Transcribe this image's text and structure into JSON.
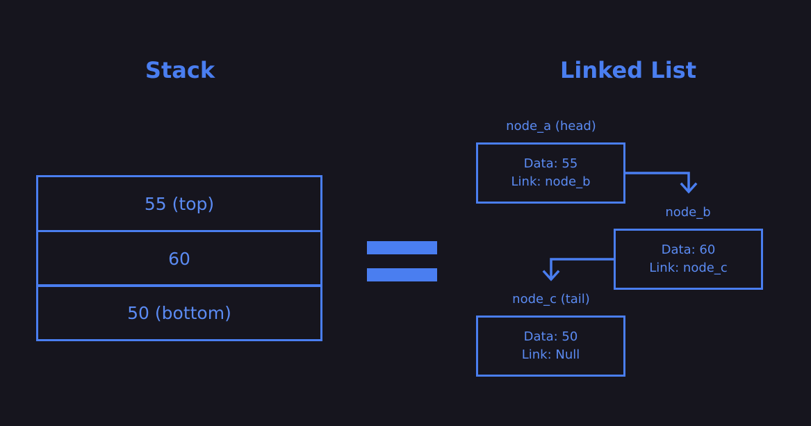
{
  "titles": {
    "stack": "Stack",
    "linked_list": "Linked List"
  },
  "stack": {
    "cells": [
      "55 (top)",
      "60",
      "50 (bottom)"
    ]
  },
  "equals_symbol": "=",
  "linked_list": {
    "nodes": [
      {
        "label": "node_a (head)",
        "data": "Data: 55",
        "link": "Link: node_b"
      },
      {
        "label": "node_b",
        "data": "Data: 60",
        "link": "Link: node_c"
      },
      {
        "label": "node_c (tail)",
        "data": "Data: 50",
        "link": "Link: Null"
      }
    ]
  },
  "colors": {
    "background": "#16151e",
    "accent": "#4a7ef0",
    "text": "#5b8bf3"
  }
}
